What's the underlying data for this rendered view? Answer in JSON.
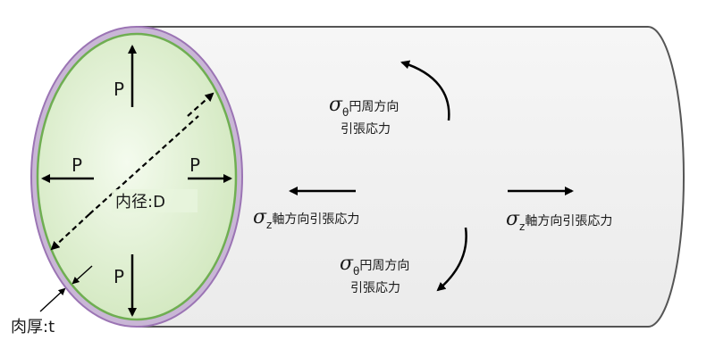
{
  "pressure": {
    "top": "P",
    "left": "P",
    "right": "P",
    "bottom": "P"
  },
  "inner_diameter": {
    "label": "内径:D"
  },
  "wall_thickness": {
    "label": "肉厚:t"
  },
  "stress_labels": {
    "sigma": "σ",
    "theta_sub": "θ",
    "z_sub": "z",
    "hoop_upper_line1": "円周方向",
    "hoop_upper_line2": "引張応力",
    "hoop_lower_line1": "円周方向",
    "hoop_lower_line2": "引張応力",
    "axial_left": "軸方向引張応力",
    "axial_right": "軸方向引張応力"
  },
  "colors": {
    "cylinder_body": "#efefef",
    "cylinder_outline": "#555555",
    "outer_ring": "#9b74b4",
    "inner_ring": "#6fae52",
    "inner_fill": "#dff0d0",
    "arrow": "#000000"
  }
}
